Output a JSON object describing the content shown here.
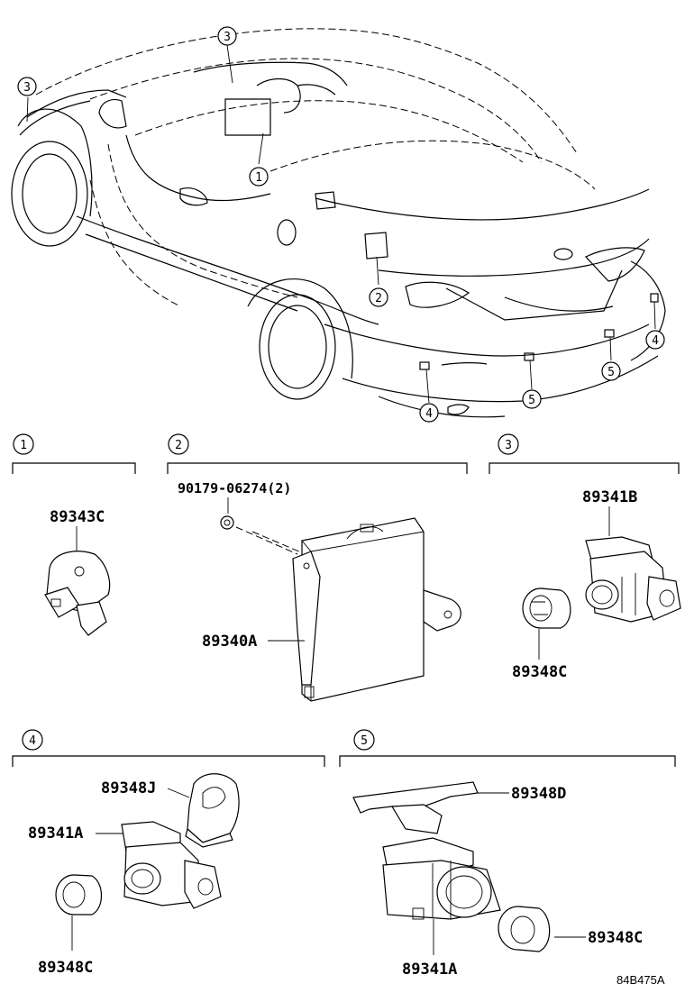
{
  "callouts": {
    "c1": "1",
    "c2": "2",
    "c3": "3",
    "c4": "4",
    "c5": "5"
  },
  "parts": {
    "p89343C": "89343C",
    "p90179": "90179-06274(2)",
    "p89340A": "89340A",
    "p89341B": "89341B",
    "p89348C": "89348C",
    "p89348J": "89348J",
    "p89341A": "89341A",
    "p89348D": "89348D"
  },
  "drawing_code": "84B475A"
}
